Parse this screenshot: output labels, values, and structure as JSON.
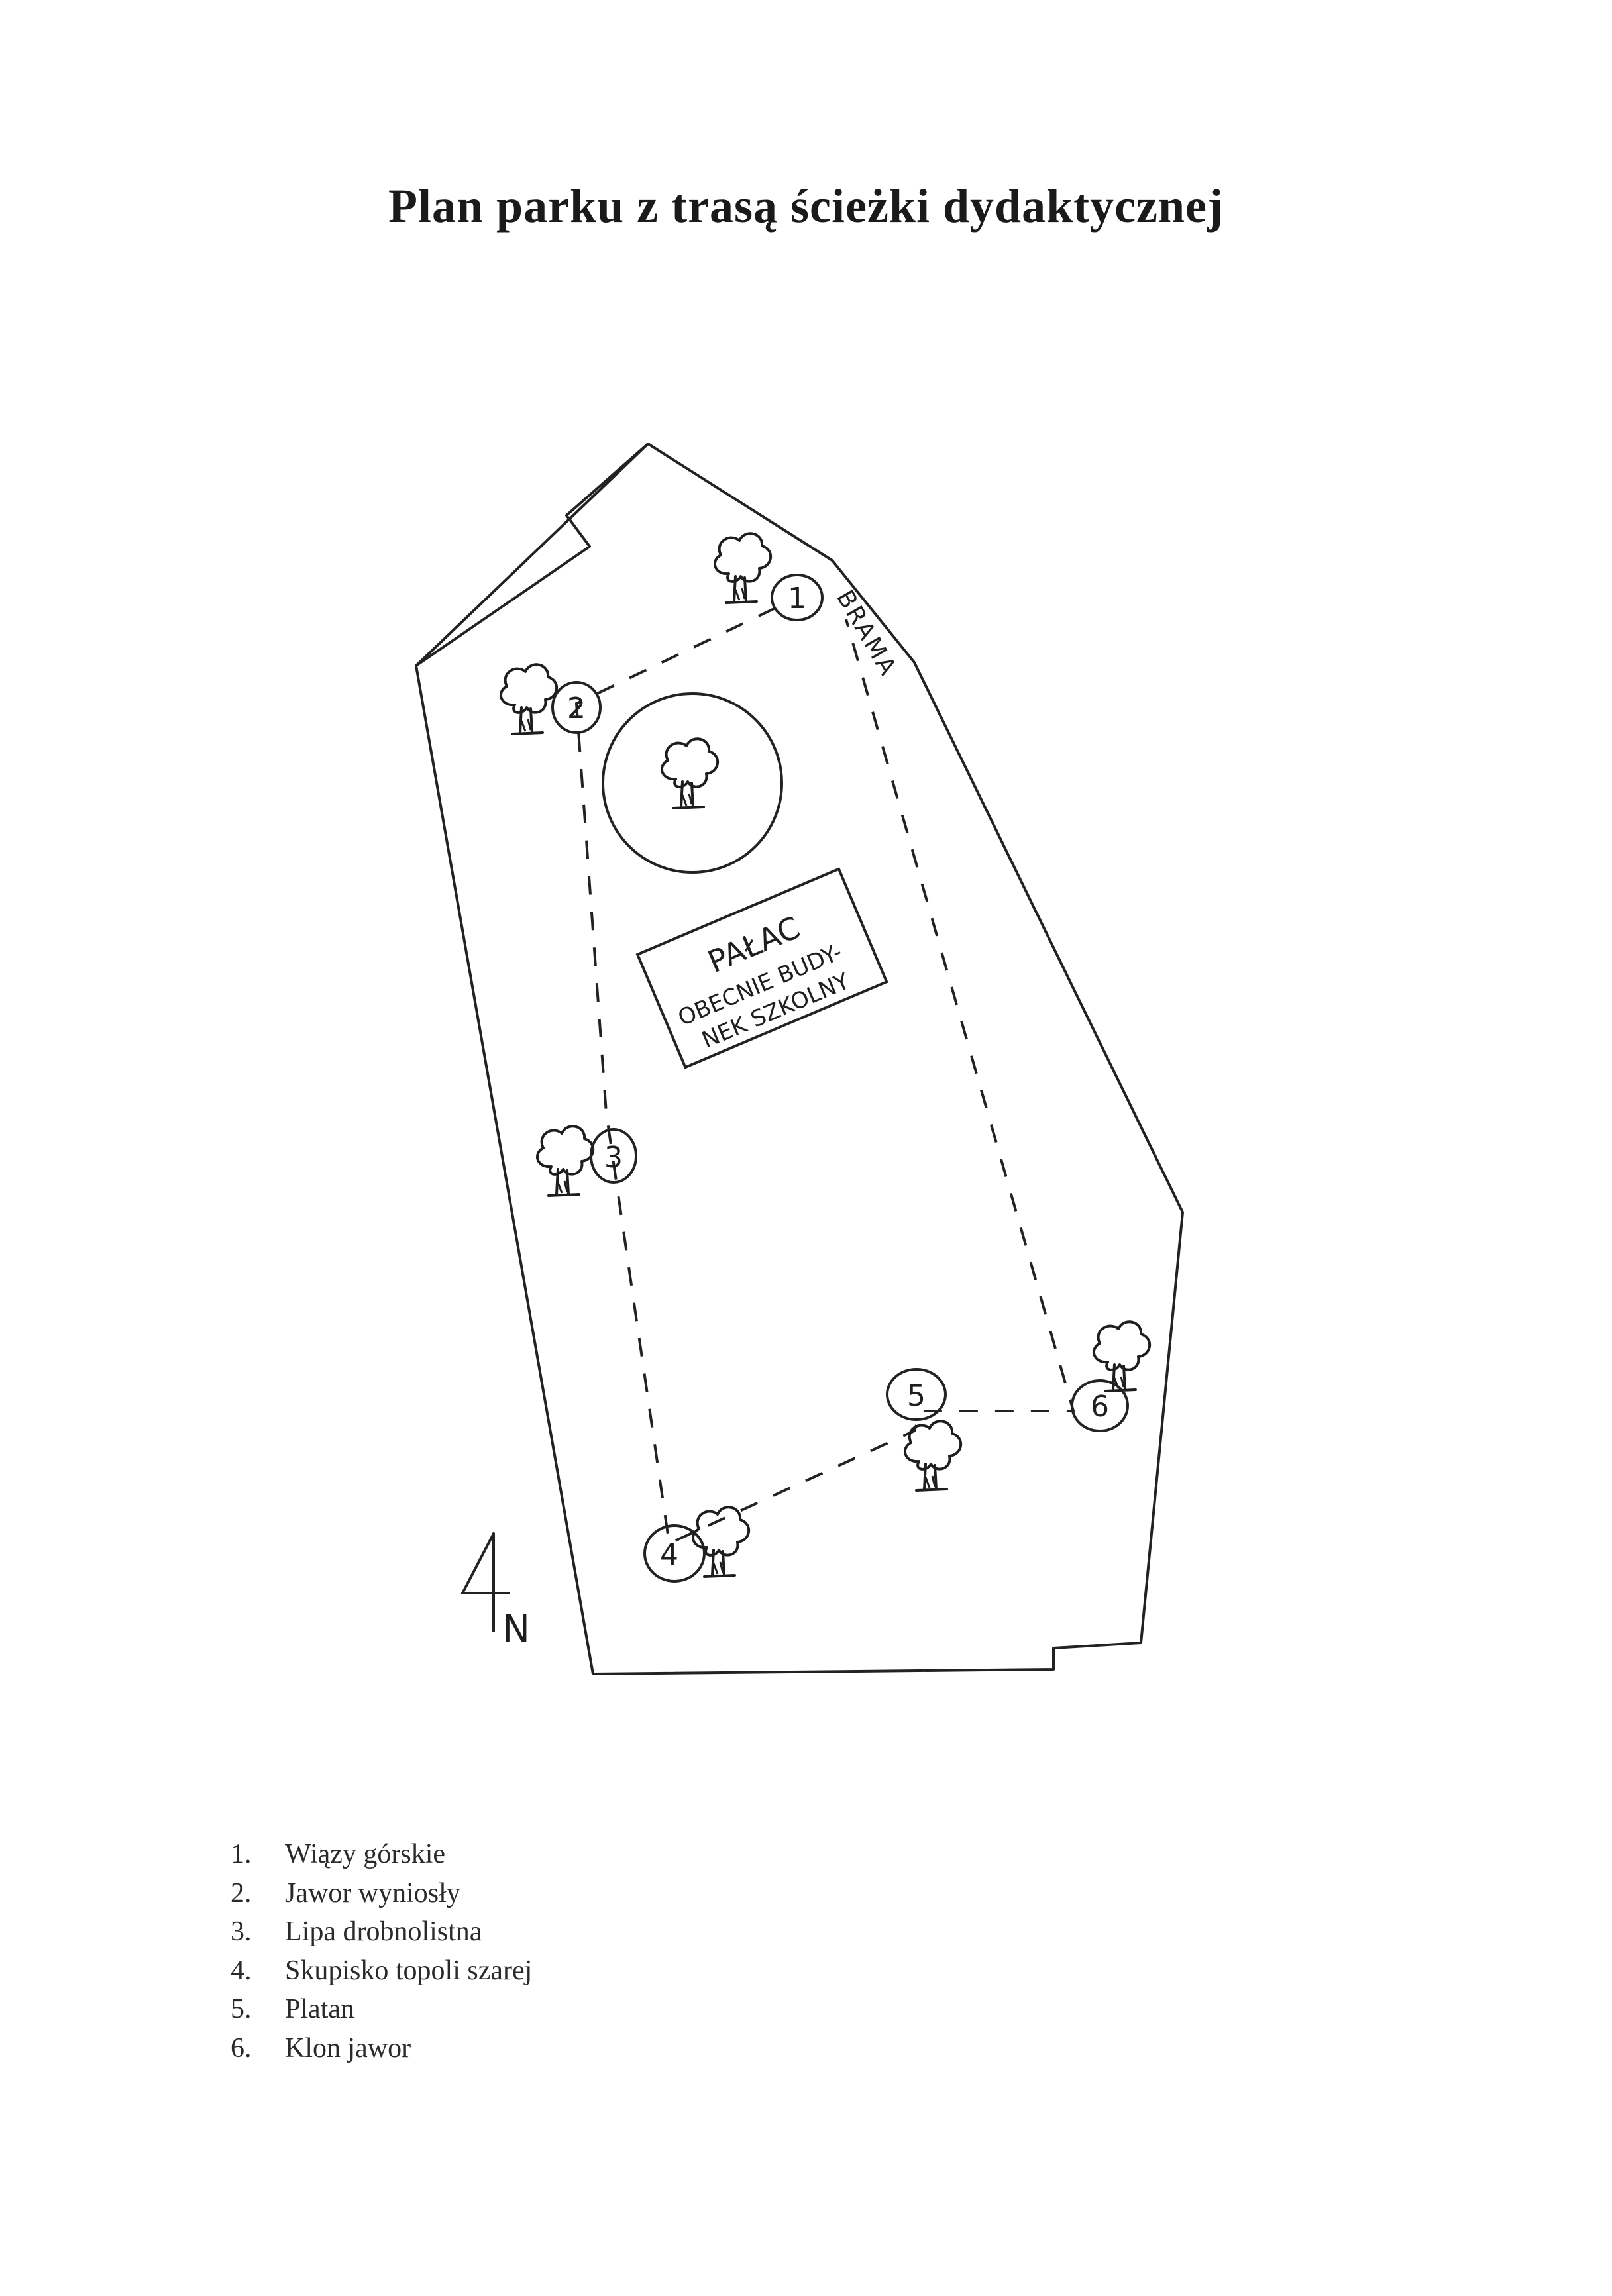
{
  "title": "Plan parku z trasą ścieżki dydaktycznej",
  "map": {
    "stop_labels": [
      "1",
      "2",
      "3",
      "4",
      "5",
      "6"
    ],
    "gate_label": "BRAMA",
    "palace_title": "PAŁAC",
    "palace_line1": "OBECNIE BUDY-",
    "palace_line2": "NEK SZKOLNY",
    "north_letter": "N"
  },
  "legend": {
    "items": [
      {
        "num": "1.",
        "name": "Wiązy górskie"
      },
      {
        "num": "2.",
        "name": "Jawor wyniosły"
      },
      {
        "num": "3.",
        "name": "Lipa drobnolistna"
      },
      {
        "num": "4.",
        "name": "Skupisko topoli szarej"
      },
      {
        "num": "5.",
        "name": "Platan"
      },
      {
        "num": "6.",
        "name": "Klon jawor"
      }
    ]
  }
}
